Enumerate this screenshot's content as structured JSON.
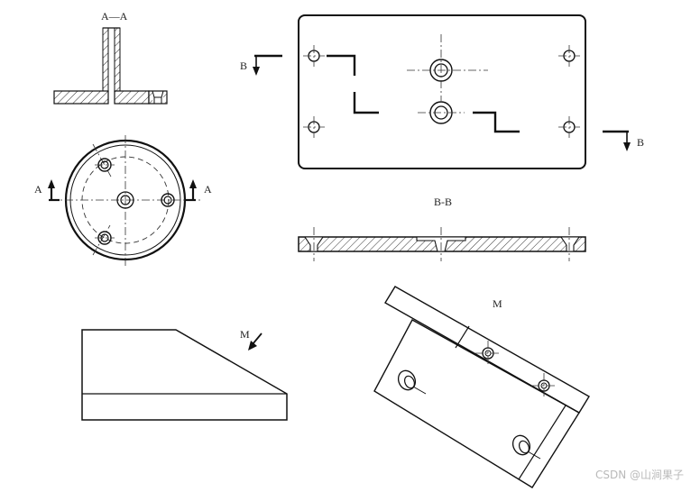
{
  "labels": {
    "section_aa_title": "A—A",
    "section_bb_title": "B-B",
    "view_m_title": "M",
    "arrow_m_label": "M",
    "arrow_a_left": "A",
    "arrow_a_right": "A",
    "arrow_b_left": "B",
    "arrow_b_right": "B"
  },
  "watermark": "CSDN @山涧果子",
  "colors": {
    "line": "#111111",
    "hatch": "#333333",
    "watermark": "#b9b9b9"
  }
}
